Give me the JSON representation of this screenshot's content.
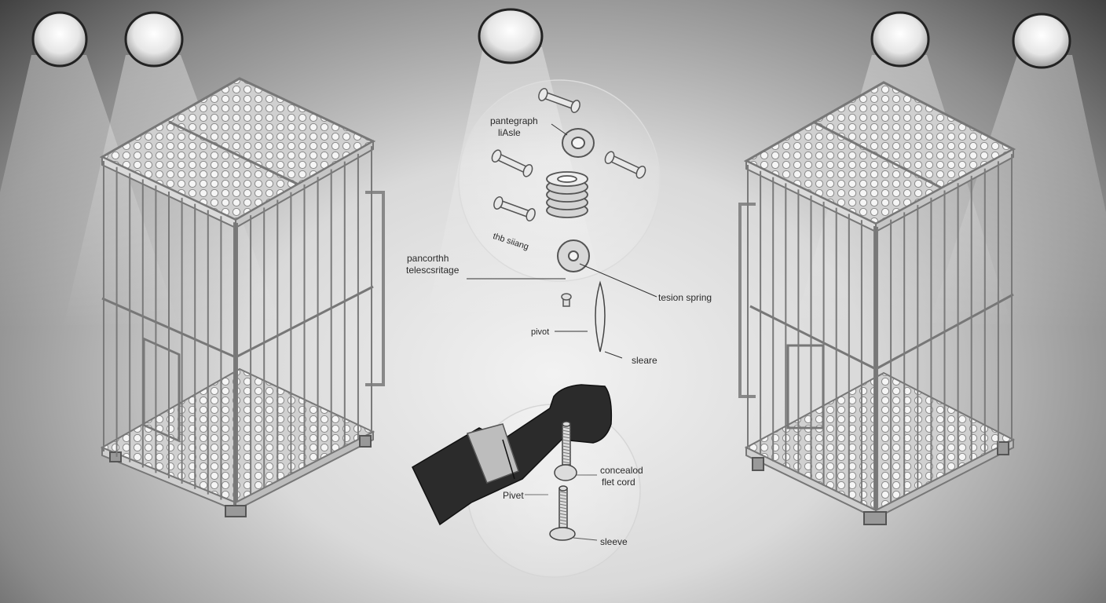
{
  "labels": {
    "pantograph": "pantegraph",
    "pantograph_sub": "liAsle",
    "coil": "thb siiang",
    "pancorth": "pancorthh",
    "telescopic": "telescsritage",
    "tension_spring": "tesion spring",
    "pivot_top": "pivot",
    "sleeve_top": "sleare",
    "concealed": "concealod",
    "flat_cord": "flet cord",
    "pivot_bottom": "Pivet",
    "sleeve_bottom": "sleeve"
  },
  "colors": {
    "background_center": "#f2f2f2",
    "background_edge": "#2a2a2a",
    "cage_wire": "#6f6f6f",
    "arm": "#2b2b2b",
    "spotlight": "#ffffff"
  },
  "icons": [
    "spotlight-icon",
    "cage-icon",
    "pin-icon",
    "washer-icon",
    "coil-spring-icon",
    "fist-icon"
  ]
}
